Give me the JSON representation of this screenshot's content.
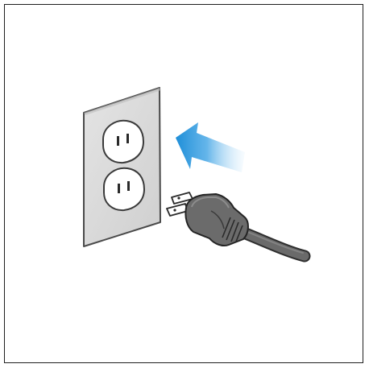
{
  "figure": {
    "type": "instruction-illustration",
    "subject": "power-plug-inserted-into-wall-outlet",
    "elements": {
      "wall_plate": {
        "icon": "wall-outlet-plate-icon",
        "fill": "#d8d8d8",
        "stroke": "#4a4a4a"
      },
      "sockets": {
        "count": 2,
        "icon": "socket-icon",
        "fill": "#ffffff"
      },
      "arrow": {
        "icon": "insert-direction-arrow-icon",
        "direction": "left",
        "color": "#1e8ed8"
      },
      "plug": {
        "icon": "power-plug-icon",
        "fill": "#6b6b6b"
      },
      "prongs": {
        "count": 2,
        "icon": "plug-prong-icon",
        "fill": "#ffffff"
      },
      "cord": {
        "icon": "power-cord-icon",
        "color": "#5a5a5a"
      }
    }
  }
}
